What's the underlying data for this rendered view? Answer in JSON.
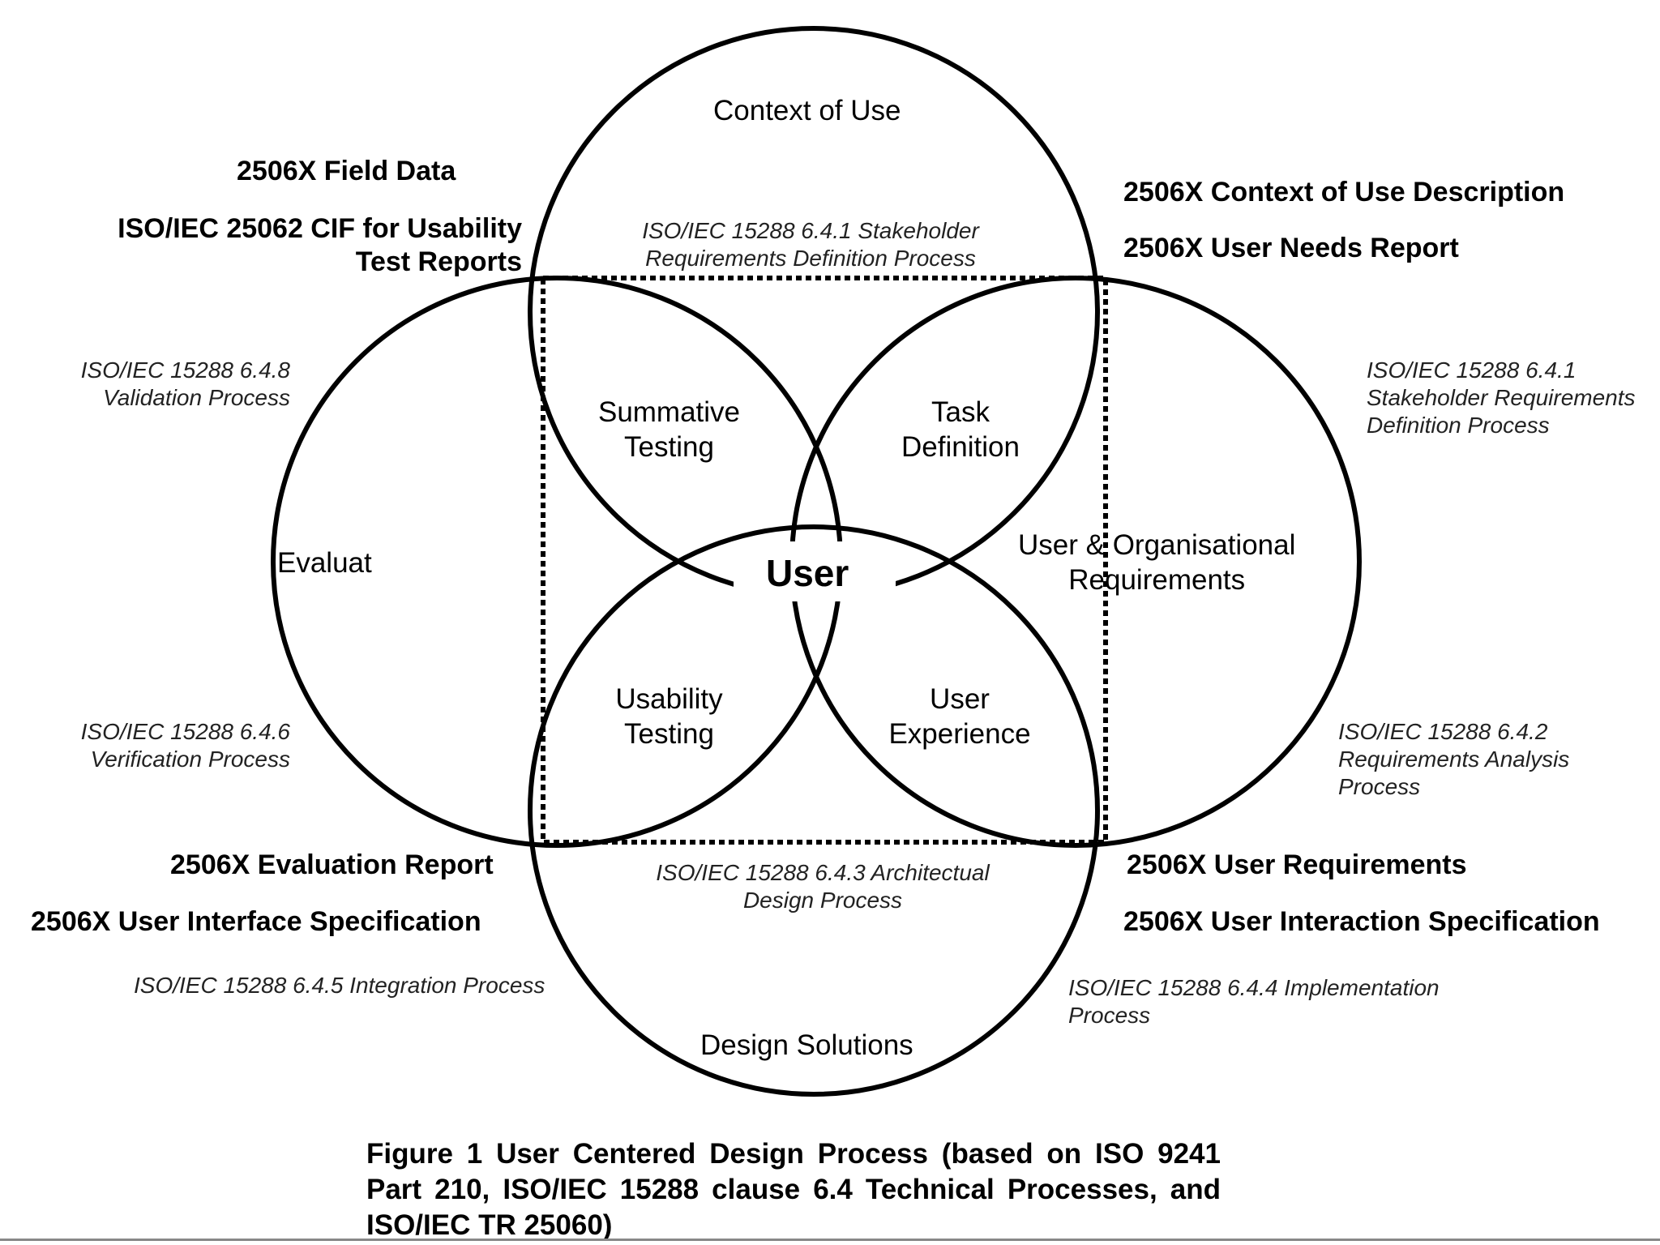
{
  "circles": {
    "top": "Context of Use",
    "left": "Evaluat",
    "right": "User & Organisational\nRequirements",
    "bottom": "Design Solutions"
  },
  "lenses": {
    "top_left": "Summative\nTesting",
    "top_right": "Task\nDefinition",
    "bottom_left": "Usability\nTesting",
    "bottom_right": "User\nExperience"
  },
  "center": "User",
  "outputs": {
    "field_data": "2506X Field Data",
    "cif_reports": "ISO/IEC 25062 CIF for Usability\nTest Reports",
    "context_description": "2506X Context of Use Description",
    "user_needs": "2506X User Needs Report",
    "evaluation_report": "2506X Evaluation Report",
    "ui_spec": "2506X User Interface Specification",
    "user_requirements": "2506X User Requirements",
    "interaction_spec": "2506X User Interaction Specification"
  },
  "processes": {
    "stakeholder_top": "ISO/IEC 15288 6.4.1 Stakeholder\nRequirements Definition Process",
    "validation": "ISO/IEC 15288 6.4.8\nValidation Process",
    "verification": "ISO/IEC 15288 6.4.6\nVerification Process",
    "stakeholder_right": "ISO/IEC 15288 6.4.1\nStakeholder Requirements\nDefinition Process",
    "requirements_analysis": "ISO/IEC 15288 6.4.2\nRequirements Analysis\nProcess",
    "architectural": "ISO/IEC 15288 6.4.3 Architectual\nDesign Process",
    "integration": "ISO/IEC 15288 6.4.5 Integration Process",
    "implementation": "ISO/IEC 15288 6.4.4 Implementation\nProcess"
  },
  "caption": "Figure 1 User Centered Design Process (based on ISO 9241 Part 210, ISO/IEC 15288 clause 6.4 Technical Processes, and ISO/IEC TR 25060)"
}
